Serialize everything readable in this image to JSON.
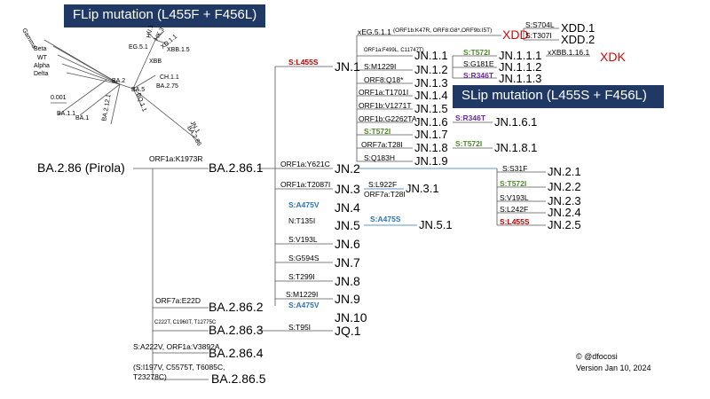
{
  "banners": {
    "flip": "FLip mutation (L455F + F456L)",
    "slip": "SLip mutation (L455S  + F456L)"
  },
  "tree_labels": {
    "gamma": "Gamma",
    "beta": "Beta",
    "wt": "WT",
    "alpha": "Alpha",
    "delta": "Delta",
    "xbb_1_5": "XBB.1.5",
    "eg_5_1": "EG.5.1",
    "hv_1": "HV.1",
    "hk_3": "HK.3",
    "xd_1_1": "XD.1.1",
    "xbb": "XBB",
    "ch_1_1": "CH.1.1",
    "ba_2_75": "BA.2.75",
    "ba_2": "BA.2",
    "ba_5": "BA.5",
    "bq_1_1": "BQ.1.1",
    "ba_2_12_1": "BA.2.12.1",
    "ba_1_1": "BA.1.1",
    "ba_1": "BA.1",
    "ba_2_86": "BA.2.86",
    "jn_1": "JN.1",
    "scale": "0.001"
  },
  "nodes": {
    "root": "BA.2.86 (Pirola)",
    "ba2861": "BA.2.86.1",
    "ba2862": "BA.2.86.2",
    "ba2863": "BA.2.86.3",
    "ba2864": "BA.2.86.4",
    "ba2865": "BA.2.86.5",
    "jn1": "JN.1",
    "jn2": "JN.2",
    "jn3": "JN.3",
    "jn4": "JN.4",
    "jn5": "JN.5",
    "jn6": "JN.6",
    "jn7": "JN.7",
    "jn8": "JN.8",
    "jn9": "JN.9",
    "jn10": "JN.10",
    "jq1": "JQ.1",
    "jn11": "JN.1.1",
    "jn12": "JN.1.2",
    "jn13": "JN.1.3",
    "jn14": "JN.1.4",
    "jn15": "JN.1.5",
    "jn16": "JN.1.6",
    "jn17": "JN.1.7",
    "jn18": "JN.1.8",
    "jn19": "JN.1.9",
    "jn111": "JN.1.1.1",
    "jn112": "JN.1.1.2",
    "jn113": "JN.1.1.3",
    "jn161": "JN.1.6.1",
    "jn181": "JN.1.8.1",
    "jn21": "JN.2.1",
    "jn22": "JN.2.2",
    "jn23": "JN.2.3",
    "jn24": "JN.2.4",
    "jn25": "JN.2.5",
    "jn31": "JN.3.1",
    "jn51": "JN.5.1",
    "xdd": "XDD",
    "xdd1": "XDD.1",
    "xdd2": "XDD.2",
    "xdk": "XDK"
  },
  "mutations": {
    "orf1a_k1973r": "ORF1a:K1973R",
    "orf7a_e22d": "ORF7a:E22D",
    "c222t": "C222T, C1960T, T12775C",
    "s_a222v": "S:A222V, ORF1a:V3892A",
    "s_i197v": "(S:I197V, C5575T, T6085C,",
    "t23278c": "T23278C)",
    "s_l455s": "S:L455S",
    "orf1a_y621c": "ORF1a:Y621C",
    "orf1a_t2087i": "ORF1a:T2087I",
    "s_a475v_4": "S:A475V",
    "n_t135i": "N:T135I",
    "s_v193l": "S:V193L",
    "s_g594s": "S:G594S",
    "s_t299i": "S:T299I",
    "s_m1229i_9": "S:M1229I",
    "s_a475v_10": "S:A475V",
    "s_t95i": "S:T95I",
    "xeg": "xEG.5.1.1",
    "xeg_detail": "(ORF1b:K47R, ORF8:G8*,ORF9b:I5T)",
    "orf1a_f499l": "ORF1a:F499L, C11747T)",
    "s_m1229i": "S:M1229I",
    "orf8_q18": "ORF8:Q18*",
    "orf1a_t1701i": "ORF1a:T1701I",
    "orf1b_v1271t": "ORF1b:V1271T",
    "orf1b_g2262ta": "ORF1b:G2262TA",
    "s_t572i_17": "S:T572I",
    "orf7a_t28i": "ORF7a:T28I",
    "s_q183h": "S:Q183H",
    "s_t572i_111": "S:T572I",
    "s_g181e": "S:G181E",
    "s_r346t_113": "S:R346T",
    "s_r346t_161": "S:R346T",
    "s_t572i_181": "S:T572I",
    "s_s704l": "S:S704L",
    "s_t307i": "S:T307I",
    "xbb_1_16_1": "xXBB.1.16.1",
    "s_s31f": "S:S31F",
    "s_t572i_22": "S:T572I",
    "s_v193l_23": "S:V193L",
    "s_l242f": "S:L242F",
    "s_l455s_25": "S:L455S",
    "s_l922f": "S:L922F",
    "orf7a_t28i_31": "ORF7a:T28I",
    "s_a475s": "S:A475S"
  },
  "credit": {
    "handle": "©  @dfocosi",
    "version": "Version Jan 10, 2024"
  },
  "colors": {
    "banner": "#1f3864",
    "red": "#c00000",
    "green": "#4e8a2a",
    "blue": "#2e75b6",
    "purple": "#6a2a9a"
  }
}
